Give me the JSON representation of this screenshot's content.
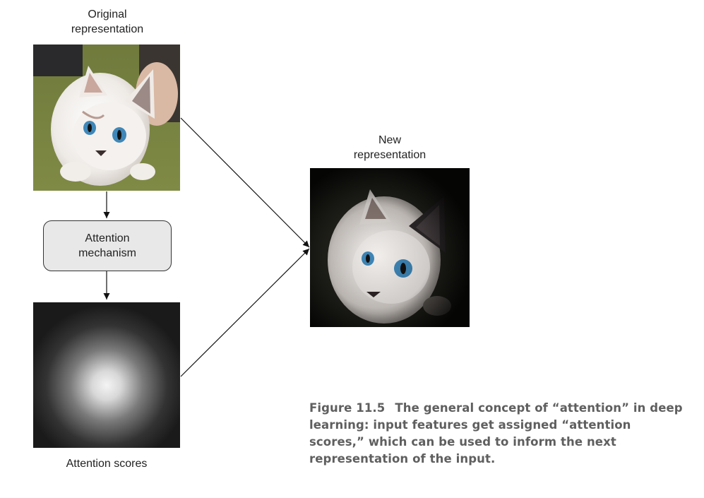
{
  "diagram": {
    "original_label_line1": "Original",
    "original_label_line2": "representation",
    "mechanism_line1": "Attention",
    "mechanism_line2": "mechanism",
    "scores_label": "Attention scores",
    "new_label_line1": "New",
    "new_label_line2": "representation"
  },
  "caption": {
    "figure_number": "Figure 11.5",
    "text": "The general concept of “attention” in deep learning: input features get assigned “attention scores,” which can be used to inform the next representation of the input."
  }
}
